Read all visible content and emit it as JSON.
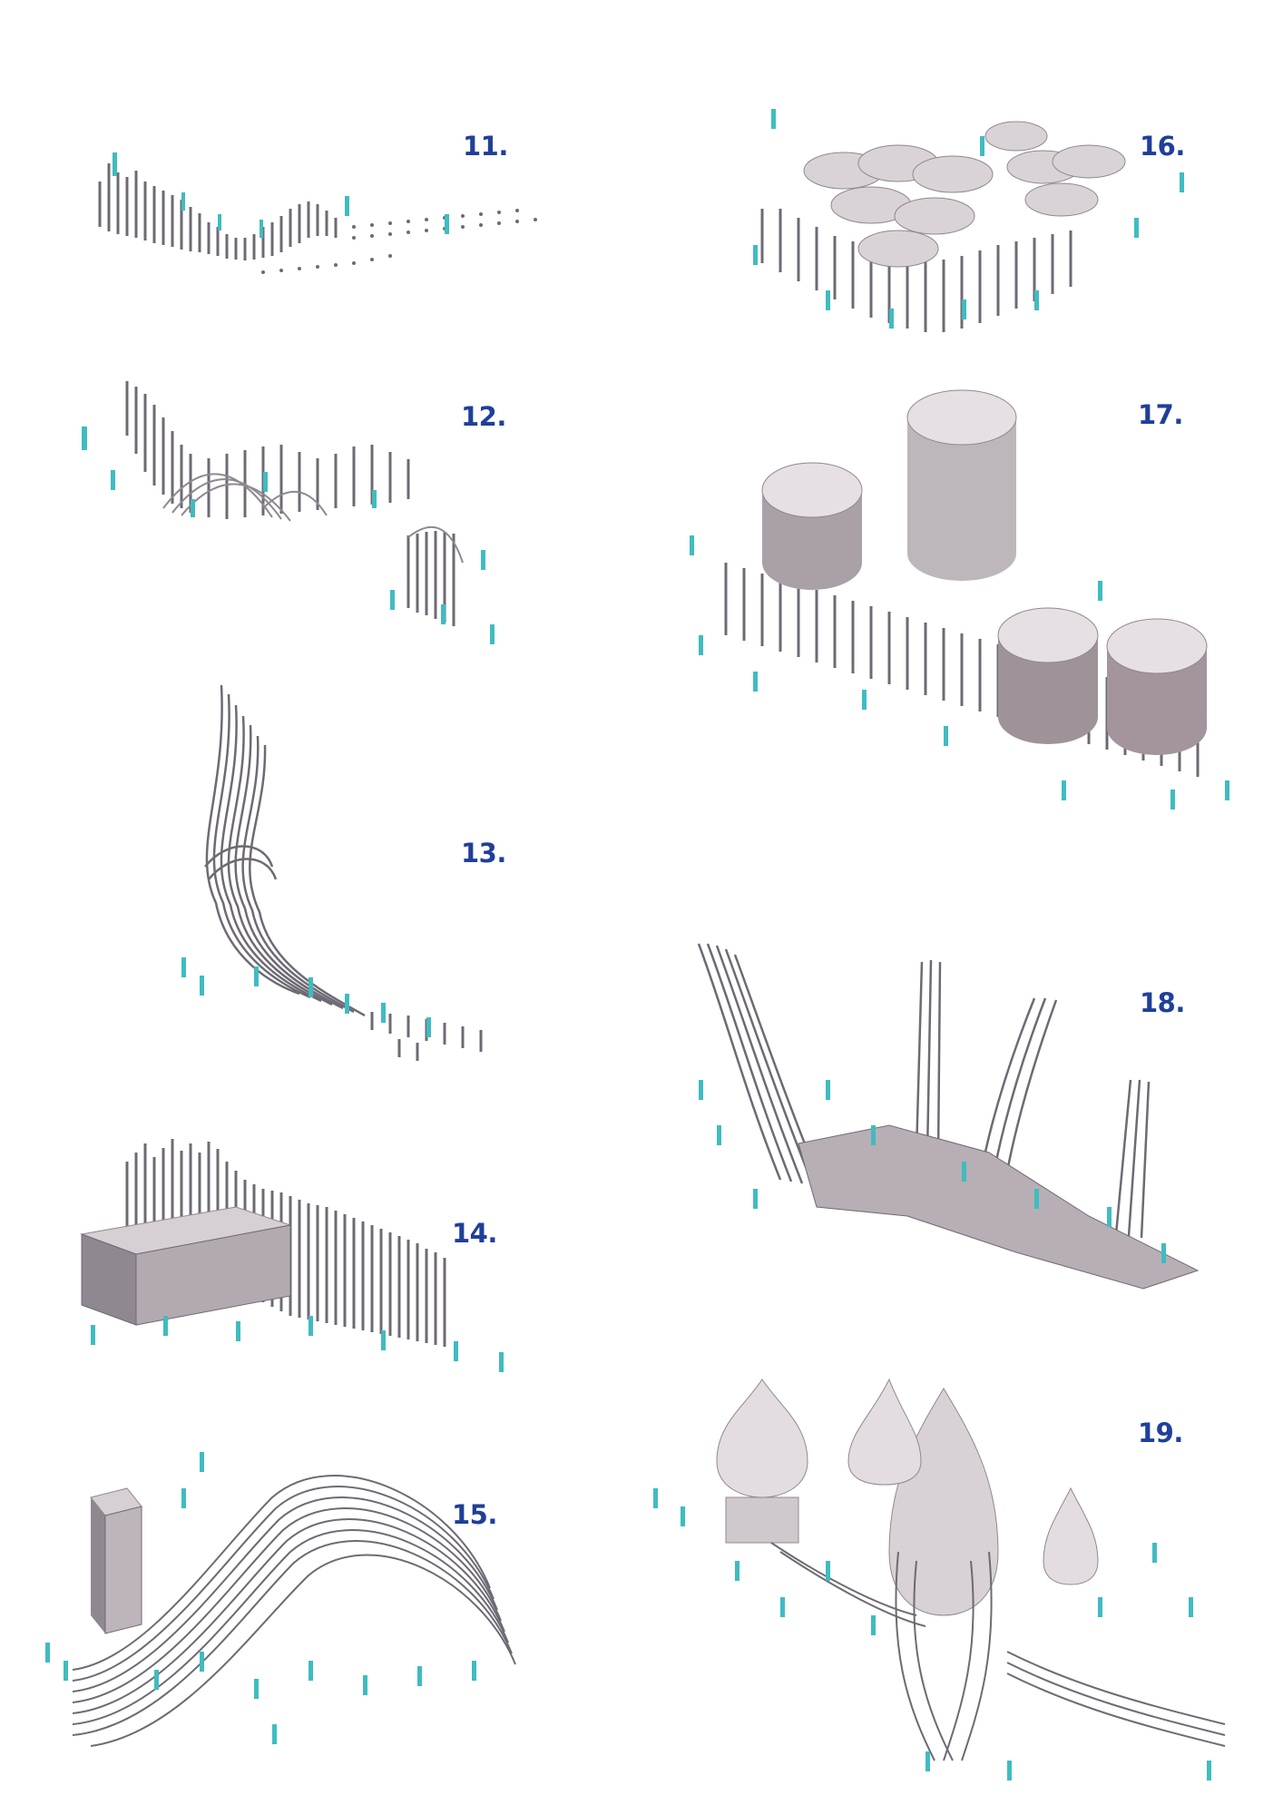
{
  "colors": {
    "label": "#1f3f9a",
    "rod": "#6e6a74",
    "rod_light": "#b9b3bd",
    "mass": "#c9c2c8",
    "mass_dark": "#8f8890",
    "people": "#3fbcc0"
  },
  "panels": [
    {
      "id": "p11",
      "label": "11."
    },
    {
      "id": "p12",
      "label": "12."
    },
    {
      "id": "p13",
      "label": "13."
    },
    {
      "id": "p14",
      "label": "14."
    },
    {
      "id": "p15",
      "label": "15."
    },
    {
      "id": "p16",
      "label": "16."
    },
    {
      "id": "p17",
      "label": "17."
    },
    {
      "id": "p18",
      "label": "18."
    },
    {
      "id": "p19",
      "label": "19."
    }
  ]
}
